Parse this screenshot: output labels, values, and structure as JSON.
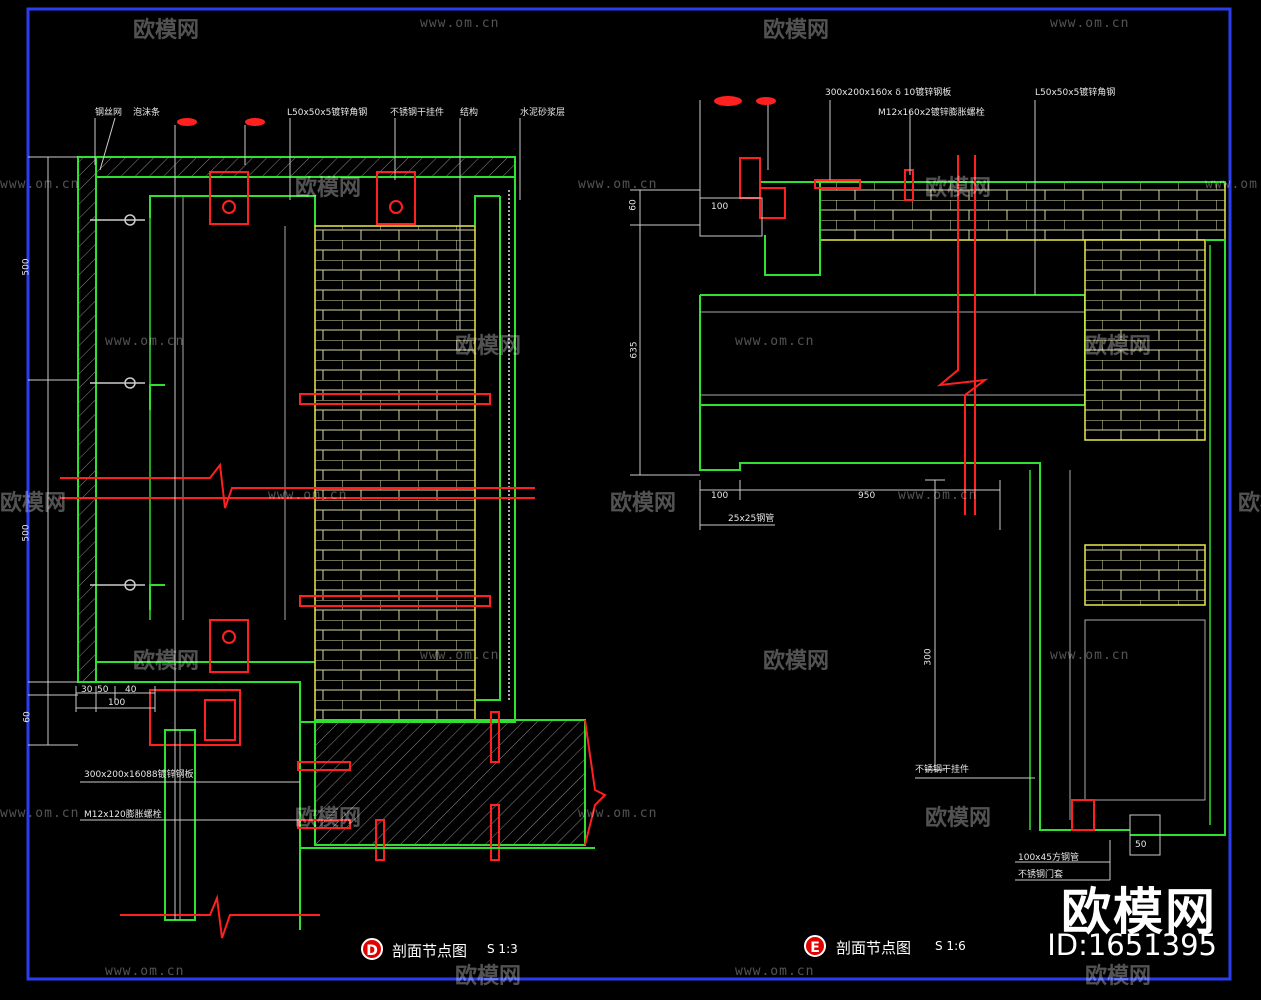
{
  "colors": {
    "background": "#000000",
    "frame": "#2b3df0",
    "wall": "#30e030",
    "brick": "#e8e84a",
    "anchor": "#ff1a1a",
    "dim": "#d8d8d8",
    "wm": "rgba(255,255,255,0.30)"
  },
  "detail_d": {
    "badge": "D",
    "title": "剖面节点图",
    "scale": "S 1:3",
    "labels": {
      "top_1": "钢丝网",
      "top_2": "泡沫条",
      "top_3": "L50x50x5镀锌角钢",
      "top_4": "不锈钢干挂件",
      "top_5": "结构",
      "top_6": "水泥砂浆层",
      "bot_1": "300x200x16088镀锌钢板",
      "bot_2": "M12x120膨胀螺栓"
    },
    "dims": {
      "v1": "500",
      "v2": "500",
      "v3": "60",
      "h1": "30",
      "h2": "50",
      "h3": "40",
      "h4": "100"
    }
  },
  "detail_e": {
    "badge": "E",
    "title": "剖面节点图",
    "scale": "S 1:6",
    "labels": {
      "top_1": "300x200x160x δ 10镀锌钢板",
      "top_2": "M12x160x2镀锌膨胀螺栓",
      "top_3": "L50x50x5镀锌角钢",
      "mid_1": "25x25钢管",
      "bot_1": "不锈钢干挂件",
      "bot_2": "100x45方钢管",
      "bot_3": "不锈钢门套"
    },
    "dims": {
      "v1": "60",
      "v2": "635",
      "v3": "300",
      "h1": "100",
      "h2": "100",
      "h3": "950",
      "h4": "50"
    }
  },
  "watermark": {
    "text": "欧模网",
    "url": "www.om.cn"
  },
  "brand": {
    "name": "欧模网",
    "id": "ID:1651395"
  }
}
